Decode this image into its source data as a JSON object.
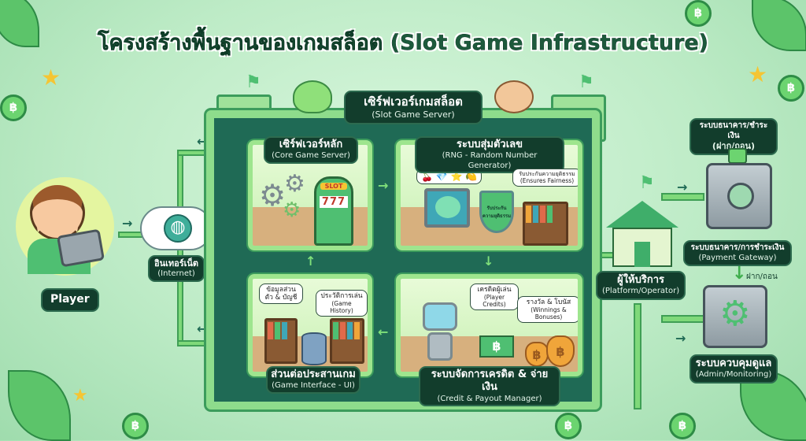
{
  "title": "โครงสร้างพื้นฐานของเกมสล็อต (Slot Game Infrastructure)",
  "server": {
    "th": "เซิร์ฟเวอร์เกมสล็อต",
    "en": "(Slot Game Server)"
  },
  "core": {
    "th": "เซิร์ฟเวอร์หลัก",
    "en": "(Core Game Server)",
    "machine_label": "SLOT",
    "reels": "777"
  },
  "rng": {
    "th": "ระบบสุ่มตัวเลข",
    "en": "(RNG - Random Number Generator)",
    "symbols": "🍒 💎 ⭐ 🍋",
    "shield_text": "รับประกันความยุติธรรม",
    "fairness_th": "รับประกันความยุติธรรม",
    "fairness_en": "(Ensures Fairness)"
  },
  "ui": {
    "th": "ส่วนต่อประสานเกม",
    "en": "(Game Interface - UI)",
    "profile_th": "ข้อมูลส่วนตัว & บัญชี",
    "history_th": "ประวัติการเล่น",
    "history_en": "(Game History)"
  },
  "credit": {
    "th": "ระบบจัดการเครดิต & จ่ายเงิน",
    "en": "(Credit & Payout Manager)",
    "credits_th": "เครดิตผู้เล่น",
    "credits_en": "(Player Credits)",
    "winnings_th": "รางวัล & โบนัส",
    "winnings_en": "(Winnings & Bonuses)",
    "currency": "฿"
  },
  "player": {
    "label": "Player"
  },
  "internet": {
    "th": "อินเทอร์เน็ต",
    "en": "(Internet)"
  },
  "operator": {
    "th": "ผู้ให้บริการ",
    "en": "(Platform/Operator)"
  },
  "bank": {
    "th": "ระบบธนาคาร/ชำระเงิน",
    "en": "(ฝาก/ถอน)"
  },
  "gateway": {
    "th": "ระบบธนาคาร/การชำระเงิน",
    "en": "(Payment Gateway)",
    "flow": "ฝาก/ถอน"
  },
  "admin": {
    "th": "ระบบควบคุมดูแล",
    "en": "(Admin/Monitoring)"
  },
  "colors": {
    "dark": "#123d2c",
    "interior": "#1f6a55",
    "wall": "#8edc8c",
    "accent": "#6cd470"
  }
}
